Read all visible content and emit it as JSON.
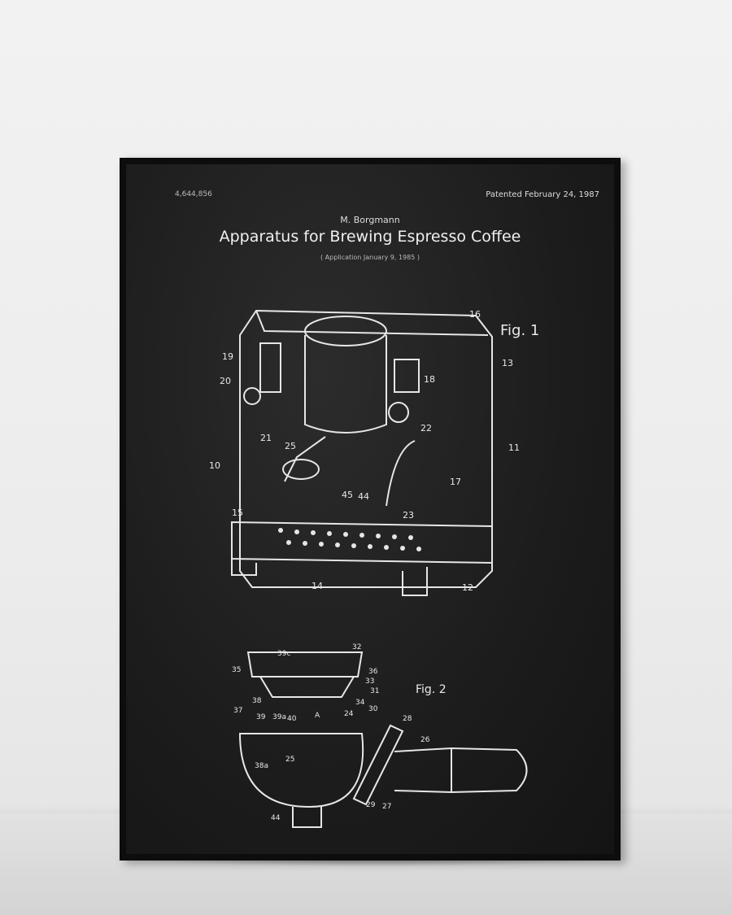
{
  "poster": {
    "patent_number": "4,644,856",
    "patent_date": "Patented February 24, 1987",
    "inventor": "M. Borgmann",
    "title": "Apparatus for Brewing Espresso Coffee",
    "application": "( Application January 9, 1985 )"
  },
  "figure1": {
    "label": "Fig. 1",
    "refs": [
      "16",
      "19",
      "20",
      "18",
      "13",
      "22",
      "10",
      "21",
      "25",
      "11",
      "17",
      "45",
      "44",
      "23",
      "15",
      "14",
      "12"
    ]
  },
  "figure2": {
    "label": "Fig. 2",
    "refs": [
      "32",
      "39c",
      "35",
      "36",
      "33",
      "31",
      "34",
      "37",
      "38",
      "39",
      "39a",
      "40",
      "A",
      "24",
      "30",
      "28",
      "26",
      "38a",
      "25",
      "29",
      "27",
      "44"
    ]
  }
}
